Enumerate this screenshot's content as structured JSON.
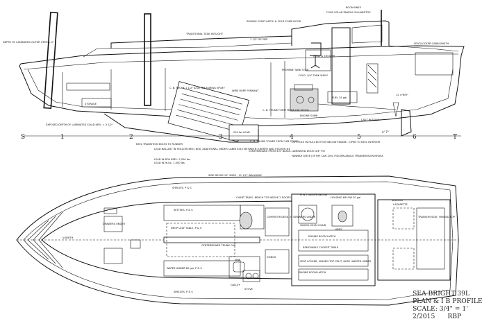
{
  "title_block": {
    "model": "SEA BRIGHT 39L",
    "sheet": "PLAN & I B PROFILE",
    "scale": "SCALE: 3/4\" = 1'",
    "date": "2/2015",
    "initials": "RBP"
  },
  "stations": [
    "S",
    "1",
    "2",
    "3",
    "4",
    "5",
    "6",
    "T"
  ],
  "profile_labels": {
    "depth_laminated": "DEPTH OF LAMINATED OUTER STEM = 2\"",
    "teak_skylight": "TRADITIONAL TEAK SKYLIGHT",
    "boom_knee": "BOOM KNEE",
    "solar_panels": "FOUR SOLAR PANELS ON HARDTOP",
    "sliding_hatch": "SLIDING COMP HATCH & FOLD COMP DOOR",
    "pipe": "1 1/2\" SS PIPE",
    "head_shower": "HEAD & SHOWER",
    "seat_locker": "SEAT/LOCKER CABIN WIDTH",
    "propane": "PROPANE TANK STOR",
    "fold_tank": "FOLD. 3/4\" TANK SHELF",
    "fuel_tank": "FUEL 35 gal",
    "cb_trunk_aft": "C. B. TRUNK 1 1/2\" ID AFTER FAIRING EPOXY",
    "wire_rope": "WIRE ROPE PENNANT",
    "cb_trunk_fwd": "C. B. TRUNK FORM FROM 2X8 STOCK",
    "storage": "STORAGE",
    "lead_label": "200 lbs LEAD",
    "engine_sump": "ENGINE SUMP",
    "cast_rudder": "CAST RUDDER",
    "exposed_depth": "EXPOSED DEPTH OF LAMINATED SOLID KEEL = 3 1/2\"",
    "keel_transition": "KEEL TRANSITION BOLTS TO RUDDER",
    "lead_ballast": "LEAD BALLAST IN HOLLOW KEEL BOX; ADDITIONAL UNDER CABIN SOLE BETWEEN V-BERTH AND STATION #4",
    "lead_box": "LEAD IN BOX KEEL: 2,500 lbs",
    "lead_hull": "LEAD IN HULL: 1,000 lbs",
    "cb_trunk_tower": "C. B. TRUNK TOWER FROM 2X8 STOCK",
    "centerboard": "CENTERBOARD FROM 3/4\" BLACK LAMINATED DOUG 3/4\" PLY",
    "cut_hole": "CUT HOLE IN HULL BOTTOM BELOW ENGINE - OPEN TO KEEL INTERIOR",
    "yanmar": "YANMAR 3JH5E (39 HP) CAN 10% 3\"DOWN-ANGLE TRANSMISSION KM35A",
    "dim_4_7": "4' 7\"",
    "dim_12": "12 4\"R/H\""
  },
  "plan_labels": {
    "side_decks": "SIDE DECKS 10\" WIDE - 11 1/2\" WALKABLE",
    "shelves_top": "SHELVES, P & S",
    "settees": "SETTEES, P & S",
    "drawers": "DRAWERS UNDER",
    "drop_leaf": "DROP LEAF TABLE, P & S",
    "chart_table": "CHART TABLE, BENCH TOP ABOVE 2 DOORS",
    "computer_desk": "COMPUTER DESK, 5\" DRAWERS UNDER",
    "hot_water": "H W TOASTER BELOW",
    "holding": "HOLDING BELOW 30 gal",
    "shower_seat": "SWIVEL HELM CHAIR",
    "shelves_aft": "SHELVES",
    "engine_hatch": "ENGINE ROOM HATCH",
    "removable_table": "REMOVABLE COCKPIT TABLE",
    "cockpit_seat": "SEAT LOCKER, HINGED TOP SPLIT, BATH HAMPER UNDER",
    "centerboard_trunk": "CENTERBOARD TRUNK CAP",
    "water_under": "WATER UNDER 80 gal, P & S",
    "shelves_bottom": "SHELVES, P & S",
    "transom": "TRANSOM SEAT, HINGED TOP",
    "lazarette": "LAZARETTE",
    "engine_room": "ENGINE ROOM HATCH",
    "vberth": "V-BERTH",
    "galley": "GALLEY",
    "stove": "STOVE",
    "sink": "SINK",
    "fridge": "ICEBOX",
    "head": "HEAD"
  }
}
